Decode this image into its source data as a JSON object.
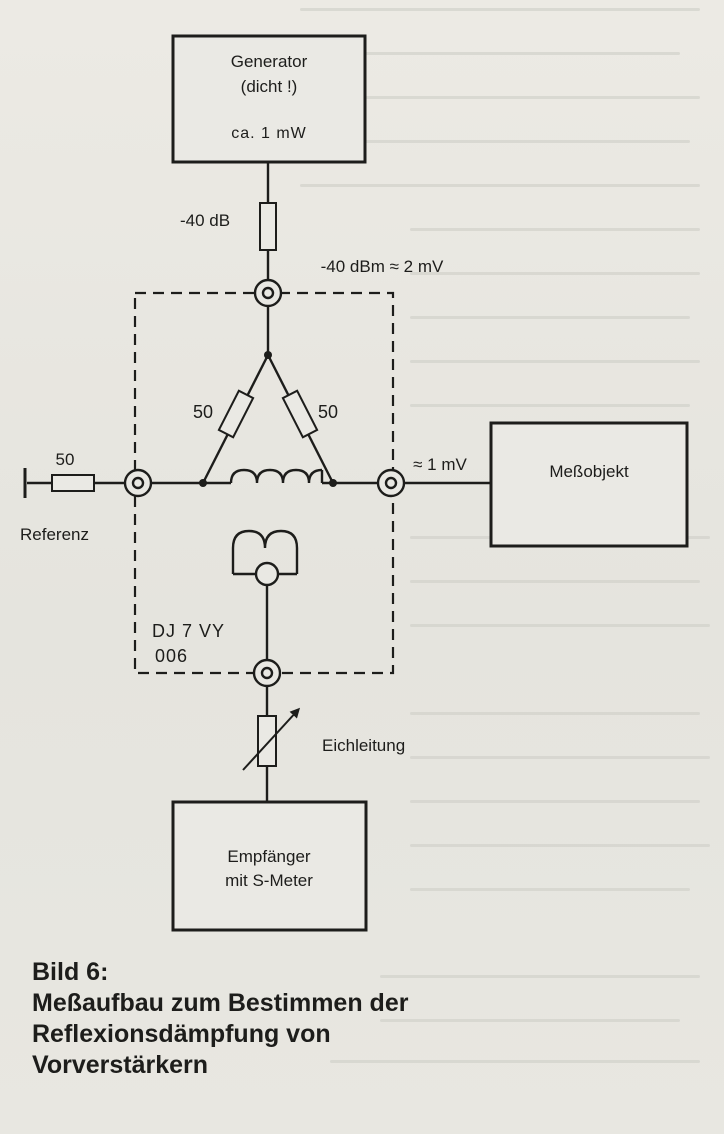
{
  "labels": {
    "generator_name": "Generator",
    "generator_note": "(dicht !)",
    "generator_power": "ca. 1 mW",
    "attenuator_40db": "-40 dB",
    "level_input": "-40 dBm ≈ 2 mV",
    "bridge_resistor_left": "50",
    "bridge_resistor_right": "50",
    "reference_resistor": "50",
    "reference_label": "Referenz",
    "level_output": "≈ 1 mV",
    "dut": "Meßobjekt",
    "designer": "DJ 7 VY",
    "designer_code": "006",
    "step_attenuator": "Eichleitung",
    "receiver_line1": "Empfänger",
    "receiver_line2": "mit S-Meter"
  },
  "caption": {
    "line1": "Bild 6:",
    "line2": "Meßaufbau zum Bestimmen der",
    "line3": "Reflexionsdämpfung von",
    "line4": "Vorverstärkern"
  }
}
